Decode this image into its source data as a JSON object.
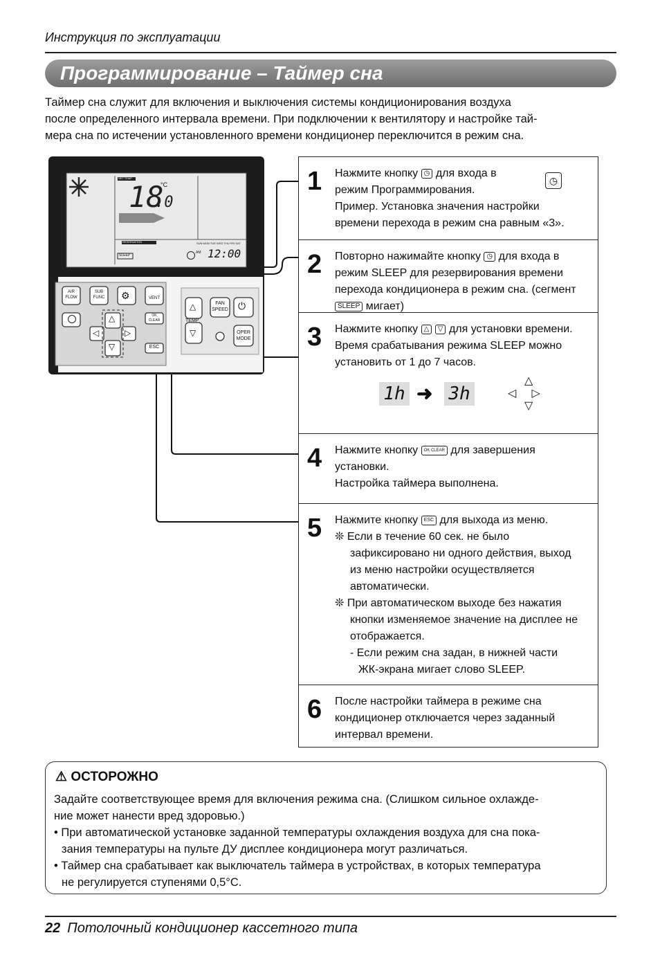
{
  "header": {
    "title": "Инструкция по эксплуатации"
  },
  "section": {
    "title": "Программирование – Таймер сна"
  },
  "intro": [
    "Таймер сна служит для включения и выключения системы кондиционирования воздуха",
    "после определенного интервала времени. При подключении к вентилятору и настройке тай-",
    "мера сна по истечении установленного времени кондиционер переключится в режим сна."
  ],
  "remote": {
    "display": {
      "temp": "18",
      "temp_dec": ".0",
      "unit": "°C",
      "set_temp_label": "SET TEMP",
      "reservation_label": "RESERVATION",
      "sleep_label": "SLEEP",
      "am": "AM",
      "time": "12:00",
      "days": "SUN MON TUE WED THU FRI SAT"
    },
    "buttons": {
      "air_flow": "AIR FLOW",
      "sub_func": "SUB FUNC",
      "vent": "VENT",
      "ok_clear": "OK CLEAR",
      "esc": "ESC",
      "fan_speed": "FAN SPEED",
      "temp": "TEMP",
      "oper_mode": "OPER MODE"
    }
  },
  "steps": [
    {
      "num": "1",
      "lines": [
        "Нажмите кнопку",
        "для входа в",
        "режим Программирования.",
        "Пример. Установка значения настройки",
        "времени перехода в режим сна равным «3»."
      ]
    },
    {
      "num": "2",
      "lines": [
        "Повторно нажимайте кнопку",
        "для входа в",
        "режим SLEEP для резервирования времени",
        "перехода кондиционера в режим сна. (сегмент",
        "мигает)"
      ],
      "badge": "SLEEP"
    },
    {
      "num": "3",
      "lines": [
        "Нажмите кнопку",
        "для установки времени.",
        "Время срабатывания режима SLEEP можно",
        "установить от 1 до 7 часов."
      ],
      "from": "1h",
      "to": "3h"
    },
    {
      "num": "4",
      "lines": [
        "Нажмите кнопку",
        "для завершения",
        "установки.",
        "Настройка таймера выполнена."
      ],
      "btn": "OK CLEAR"
    },
    {
      "num": "5",
      "lines": [
        "Нажмите кнопку",
        "для выхода из меню.",
        "❊ Если в течение 60 сек. не было",
        "зафиксировано ни одного действия, выход",
        "из меню настройки осуществляется",
        "автоматически.",
        "❊ При автоматическом выходе без нажатия",
        "кнопки изменяемое значение на дисплее не",
        "отображается.",
        "- Если режим сна задан, в нижней части",
        "ЖК-экрана мигает слово SLEEP."
      ],
      "btn": "ESC"
    },
    {
      "num": "6",
      "lines": [
        "После настройки таймера в режиме сна",
        "кондиционер отключается через заданный",
        "интервал времени."
      ]
    }
  ],
  "caution": {
    "title": "ОСТОРОЖНО",
    "lines": [
      "Задайте соответствующее время для включения режима сна. (Слишком сильное охлажде-",
      "ние может нанести вред здоровью.)",
      "• При автоматической установке заданной температуры охлаждения воздуха для сна пока-",
      "зания температуры на пульте ДУ дисплее кондиционера могут различаться.",
      "• Таймер сна срабатывает как выключатель таймера в устройствах, в которых температура",
      "не регулируется ступенями 0,5°C."
    ]
  },
  "footer": {
    "page": "22",
    "text": "Потолочный кондиционер кассетного типа"
  }
}
